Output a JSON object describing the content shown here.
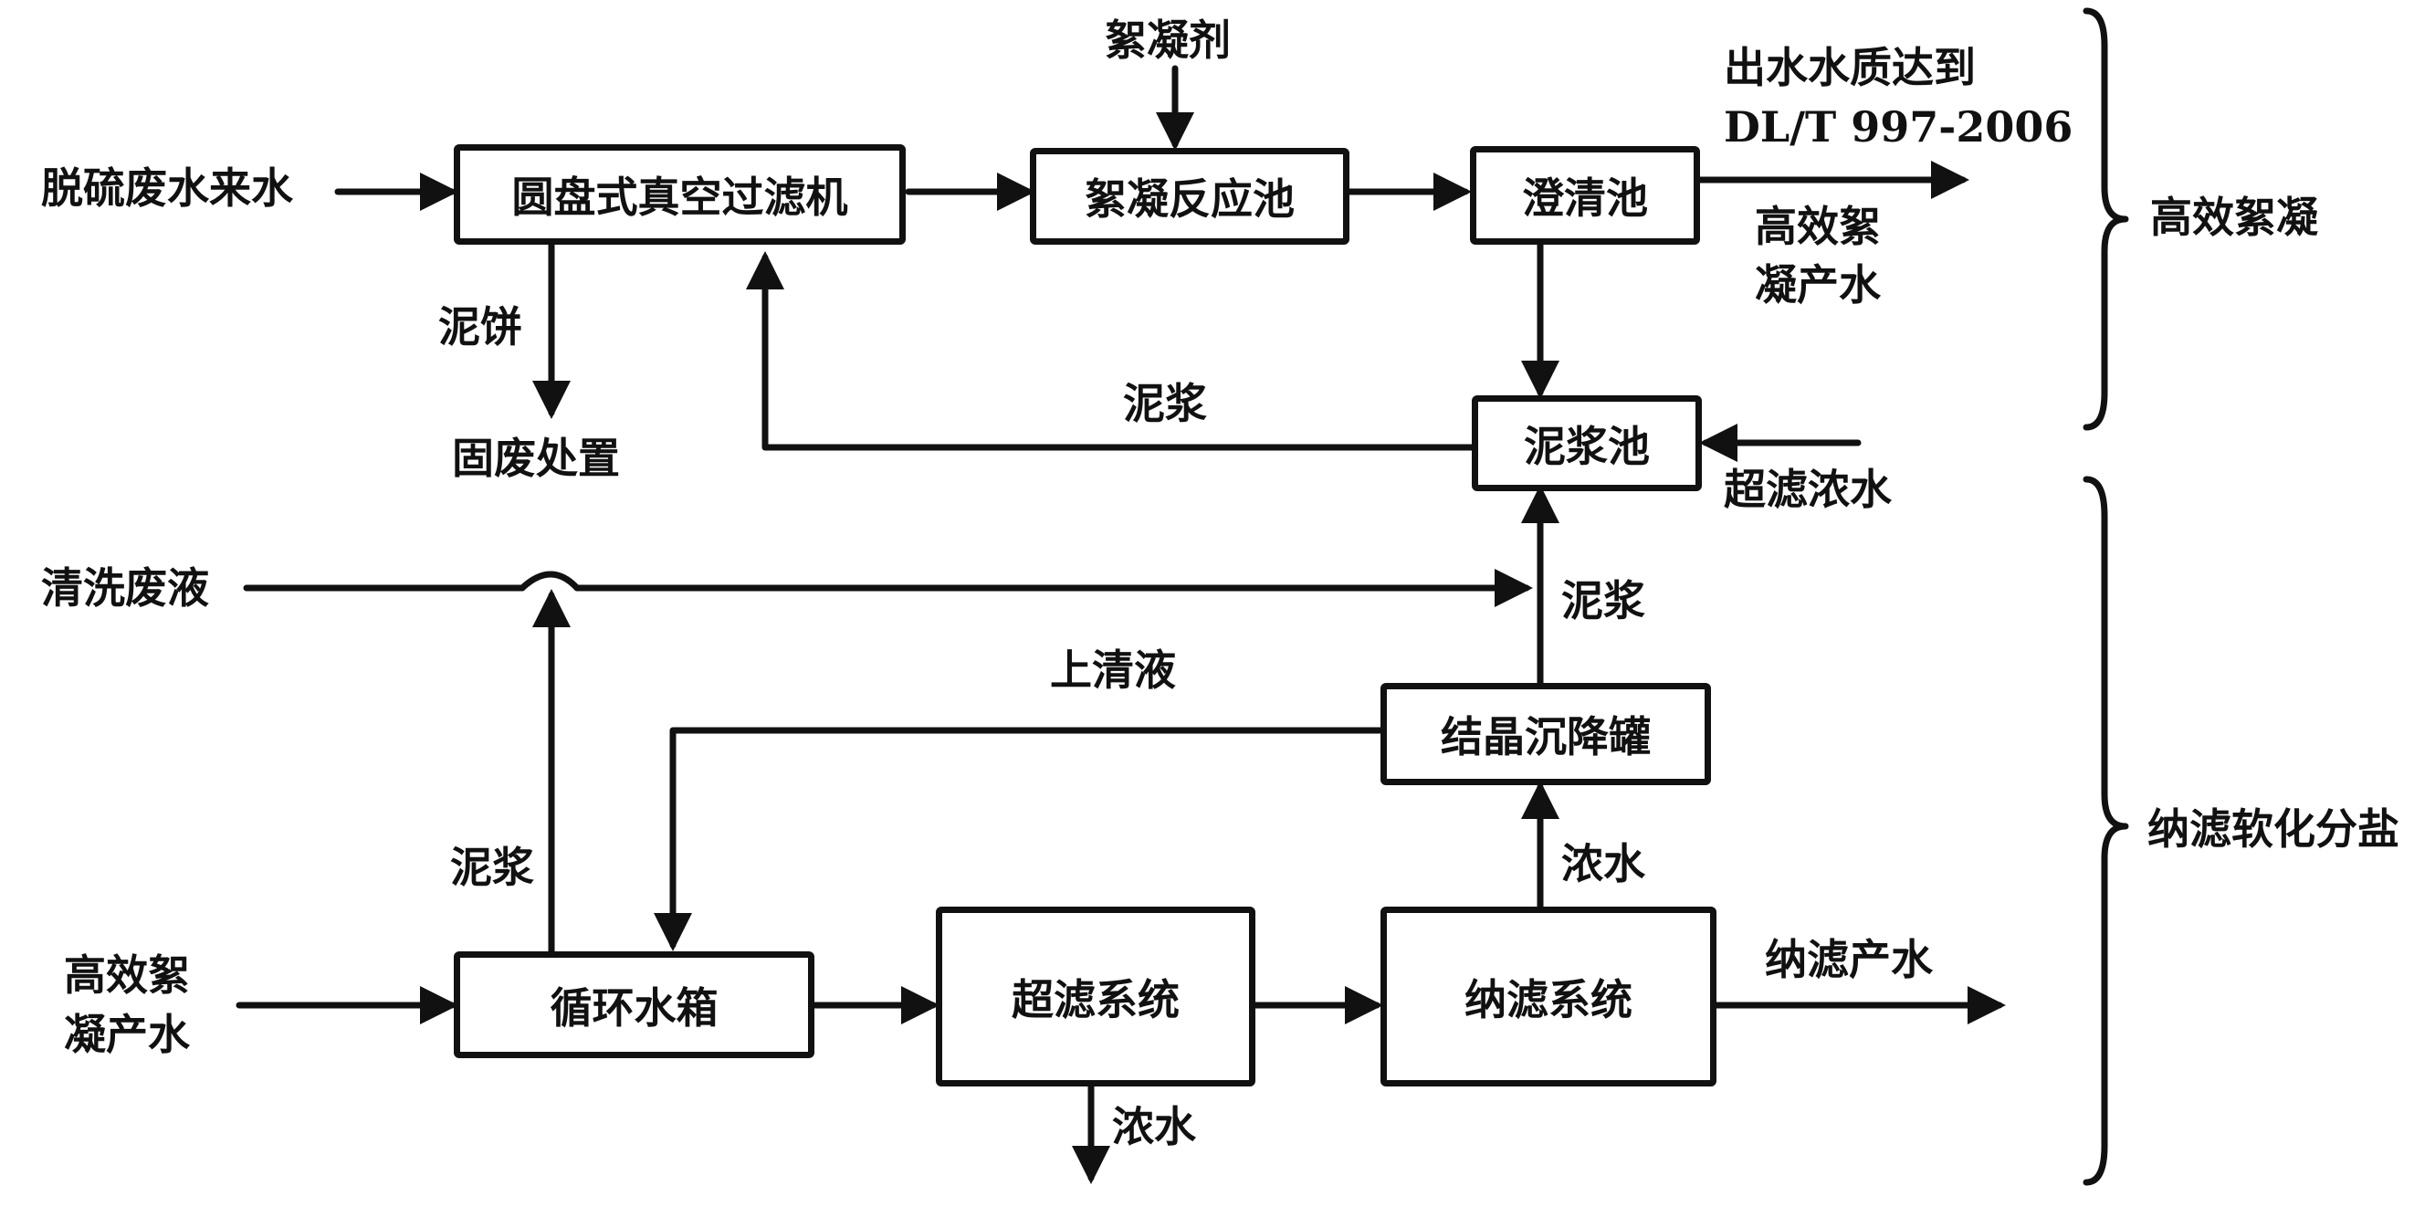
{
  "boxes": {
    "disc_filter": "圆盘式真空过滤机",
    "flocculation_tank": "絮凝反应池",
    "clarifier": "澄清池",
    "sludge_tank": "泥浆池",
    "crystal_tank": "结晶沉降罐",
    "circ_tank": "循环水箱",
    "uf_system": "超滤系统",
    "nf_system": "纳滤系统"
  },
  "labels": {
    "desulf_inflow": "脱硫废水来水",
    "flocculant": "絮凝剂",
    "effluent_quality_line1": "出水水质达到",
    "effluent_quality_line2": "DL/T 997-2006",
    "hef_product_line1": "高效絮",
    "hef_product_line2": "凝产水",
    "high_eff_floc": "高效絮凝",
    "mud_cake": "泥饼",
    "solid_disposal": "固废处置",
    "slurry_return": "泥浆",
    "uf_concentrate_in": "超滤浓水",
    "cleaning_waste": "清洗废液",
    "slurry_up": "泥浆",
    "supernatant": "上清液",
    "slurry_left": "泥浆",
    "concentrate_nf": "浓水",
    "hef_in_line1": "高效絮",
    "hef_in_line2": "凝产水",
    "nf_product": "纳滤产水",
    "uf_concentrate_out": "浓水",
    "nf_softening": "纳滤软化分盐"
  }
}
